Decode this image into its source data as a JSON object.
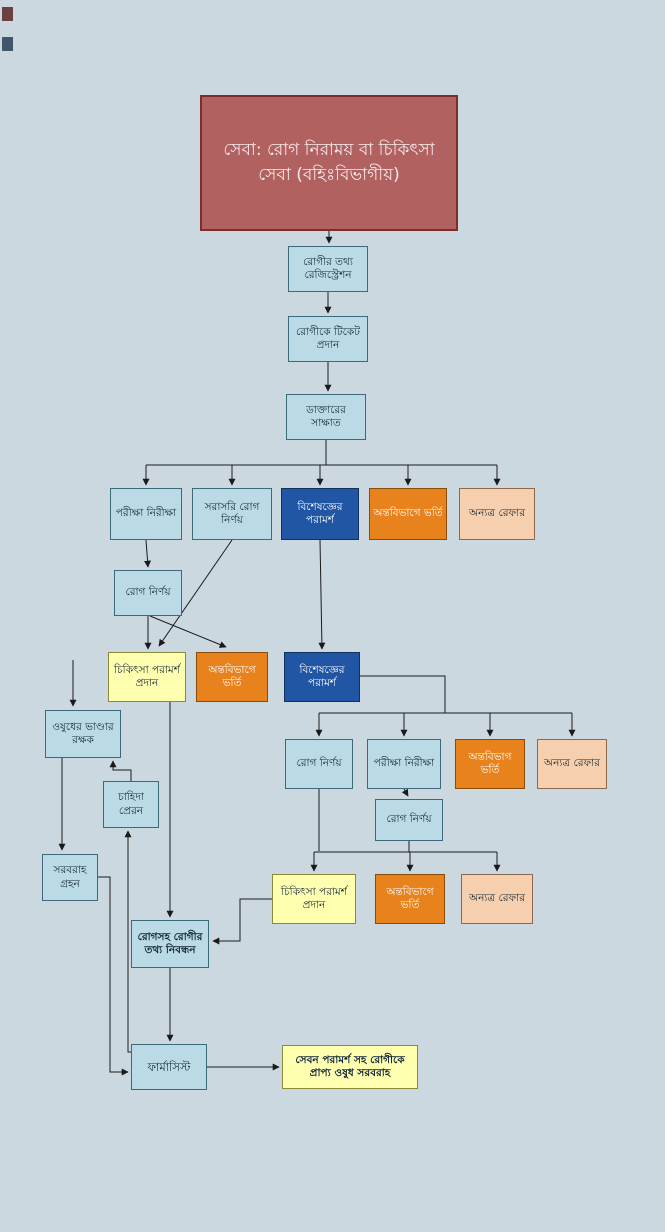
{
  "title": {
    "label": "সেবা: রোগ নিরাময় বা  চিকিৎসা সেবা (বহিঃবিভাগীয়)"
  },
  "nodes": {
    "registration": {
      "label": "রোগীর তথ্য রেজিস্ট্রেশন"
    },
    "ticket": {
      "label": "রোগীকে টিকেট প্রদান"
    },
    "doctor_visit": {
      "label": "ডাক্তারের সাক্ষাত"
    },
    "tests_1": {
      "label": "পরীক্ষা নিরীক্ষা"
    },
    "direct_diagnosis": {
      "label": "সরাসরি রোগ নির্ণয়"
    },
    "specialist_1": {
      "label": "বিশেষজ্ঞের পরামর্শ"
    },
    "inpatient_1": {
      "label": "অন্তবিভাগে ভর্তি"
    },
    "refer_1": {
      "label": "অন্যত্র রেফার"
    },
    "diagnosis_1": {
      "label": "রোগ নির্ণয়"
    },
    "advice_1": {
      "label": "চিকিৎসা পরামর্শ প্রদান"
    },
    "inpatient_2": {
      "label": "অন্তবিভাগে ভর্তি"
    },
    "specialist_2": {
      "label": "বিশেষজ্ঞের পরামর্শ"
    },
    "medicine_store_keeper": {
      "label": "ওষুধের ভাণ্ডার রক্ষক"
    },
    "send_demand": {
      "label": "চাহিদা প্রেরন"
    },
    "receive_supply": {
      "label": "সরবরাহ গ্রহন"
    },
    "diagnosis_2": {
      "label": "রোগ নির্ণয়"
    },
    "tests_2": {
      "label": "পরীক্ষা নিরীক্ষা"
    },
    "inpatient_3": {
      "label": "অন্তবিভাগ ভর্তি"
    },
    "refer_2": {
      "label": "অন্যত্র রেফার"
    },
    "diagnosis_3": {
      "label": "রোগ নির্ণয়"
    },
    "advice_2": {
      "label": "চিকিৎসা পরামর্শ প্রদান"
    },
    "inpatient_4": {
      "label": "অন্তবিভাগে ভর্তি"
    },
    "refer_3": {
      "label": "অন্যত্র রেফার"
    },
    "patient_record": {
      "label": "রোগসহ রোগীর তথ্য নিবন্ধন"
    },
    "pharmacist": {
      "label": "ফার্মাসিস্ট"
    },
    "dispense_medicine": {
      "label": "সেবন পরামর্শ সহ রোগীকে প্রাপ্য ওষুধ সরবরাহ"
    }
  },
  "colors": {
    "background": "#ccd8e0",
    "title_fill": "#b26161",
    "title_border": "#7a2e2e",
    "process_blue": "#badbe6",
    "specialist_dark_blue": "#2156a5",
    "admission_orange": "#e8821c",
    "refer_peach": "#f6cfae",
    "advice_yellow": "#ffffb0",
    "line": "#1a1a1a"
  },
  "edges": [
    {
      "from": "title",
      "to": "registration"
    },
    {
      "from": "registration",
      "to": "ticket"
    },
    {
      "from": "ticket",
      "to": "doctor_visit"
    },
    {
      "from": "doctor_visit",
      "to": "tests_1"
    },
    {
      "from": "doctor_visit",
      "to": "direct_diagnosis"
    },
    {
      "from": "doctor_visit",
      "to": "specialist_1"
    },
    {
      "from": "doctor_visit",
      "to": "inpatient_1"
    },
    {
      "from": "doctor_visit",
      "to": "refer_1"
    },
    {
      "from": "tests_1",
      "to": "diagnosis_1"
    },
    {
      "from": "diagnosis_1",
      "to": "advice_1"
    },
    {
      "from": "diagnosis_1",
      "to": "inpatient_2"
    },
    {
      "from": "direct_diagnosis",
      "to": "advice_1"
    },
    {
      "from": "specialist_1",
      "to": "specialist_2"
    },
    {
      "from": "specialist_2",
      "to": "diagnosis_2"
    },
    {
      "from": "specialist_2",
      "to": "tests_2"
    },
    {
      "from": "specialist_2",
      "to": "inpatient_3"
    },
    {
      "from": "specialist_2",
      "to": "refer_2"
    },
    {
      "from": "tests_2",
      "to": "diagnosis_3"
    },
    {
      "from": "diagnosis_2",
      "to": "advice_2"
    },
    {
      "from": "diagnosis_3",
      "to": "advice_2"
    },
    {
      "from": "diagnosis_3",
      "to": "inpatient_4"
    },
    {
      "from": "diagnosis_3",
      "to": "refer_3"
    },
    {
      "from": "advice_2",
      "to": "patient_record"
    },
    {
      "from": "advice_1",
      "to": "patient_record"
    },
    {
      "from": "advice_1",
      "to": "medicine_store_keeper"
    },
    {
      "from": "patient_record",
      "to": "pharmacist"
    },
    {
      "from": "pharmacist",
      "to": "dispense_medicine"
    },
    {
      "from": "pharmacist",
      "to": "send_demand"
    },
    {
      "from": "send_demand",
      "to": "medicine_store_keeper"
    },
    {
      "from": "medicine_store_keeper",
      "to": "receive_supply"
    },
    {
      "from": "receive_supply",
      "to": "pharmacist"
    }
  ]
}
